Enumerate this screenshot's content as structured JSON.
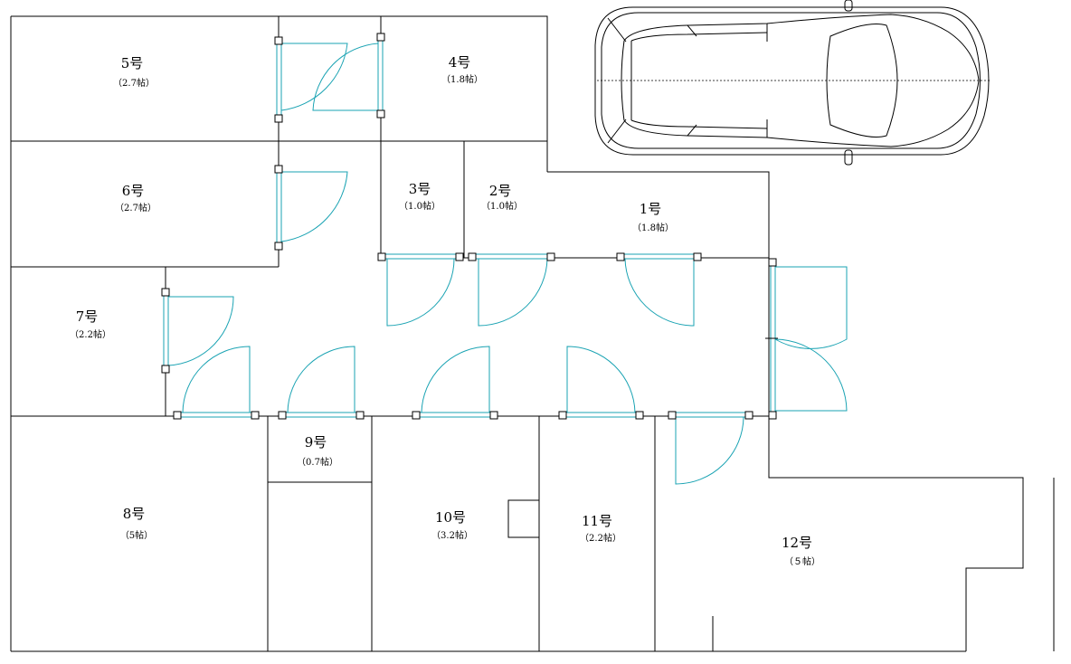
{
  "rooms": [
    {
      "id": "5",
      "name": "5号",
      "size": "（2.7帖）"
    },
    {
      "id": "4",
      "name": "4号",
      "size": "（1.8帖）"
    },
    {
      "id": "6",
      "name": "6号",
      "size": "（2.7帖）"
    },
    {
      "id": "3",
      "name": "3号",
      "size": "（1.0帖）"
    },
    {
      "id": "2",
      "name": "2号",
      "size": "（1.0帖）"
    },
    {
      "id": "1",
      "name": "1号",
      "size": "（1.8帖）"
    },
    {
      "id": "7",
      "name": "7号",
      "size": "（2.2帖）"
    },
    {
      "id": "9",
      "name": "9号",
      "size": "（0.7帖）"
    },
    {
      "id": "8",
      "name": "8号",
      "size": "（5帖）"
    },
    {
      "id": "10",
      "name": "10号",
      "size": "（3.2帖）"
    },
    {
      "id": "11",
      "name": "11号",
      "size": "（2.2帖）"
    },
    {
      "id": "12",
      "name": "12号",
      "size": "（５帖）"
    }
  ],
  "colors": {
    "walls": "#000000",
    "doors": "#1aa3b3",
    "background": "#ffffff"
  },
  "icons": {
    "vehicle": "car-icon"
  }
}
